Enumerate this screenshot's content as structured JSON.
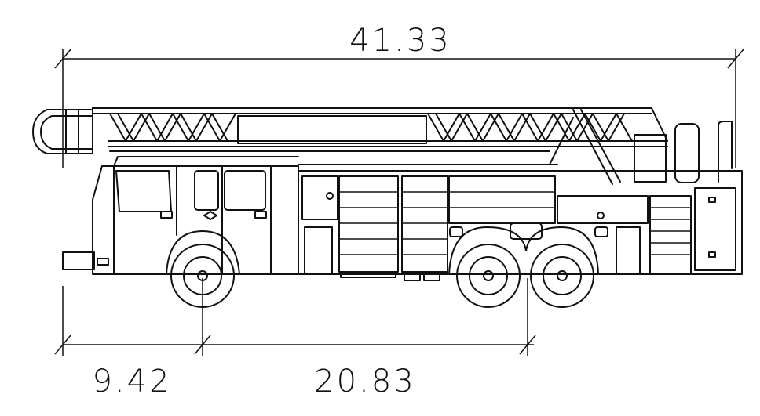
{
  "dimensions": {
    "overall_length": "41.33",
    "front_overhang": "9.42",
    "wheelbase": "20.83"
  },
  "colors": {
    "line": "#111111",
    "background": "#ffffff"
  }
}
